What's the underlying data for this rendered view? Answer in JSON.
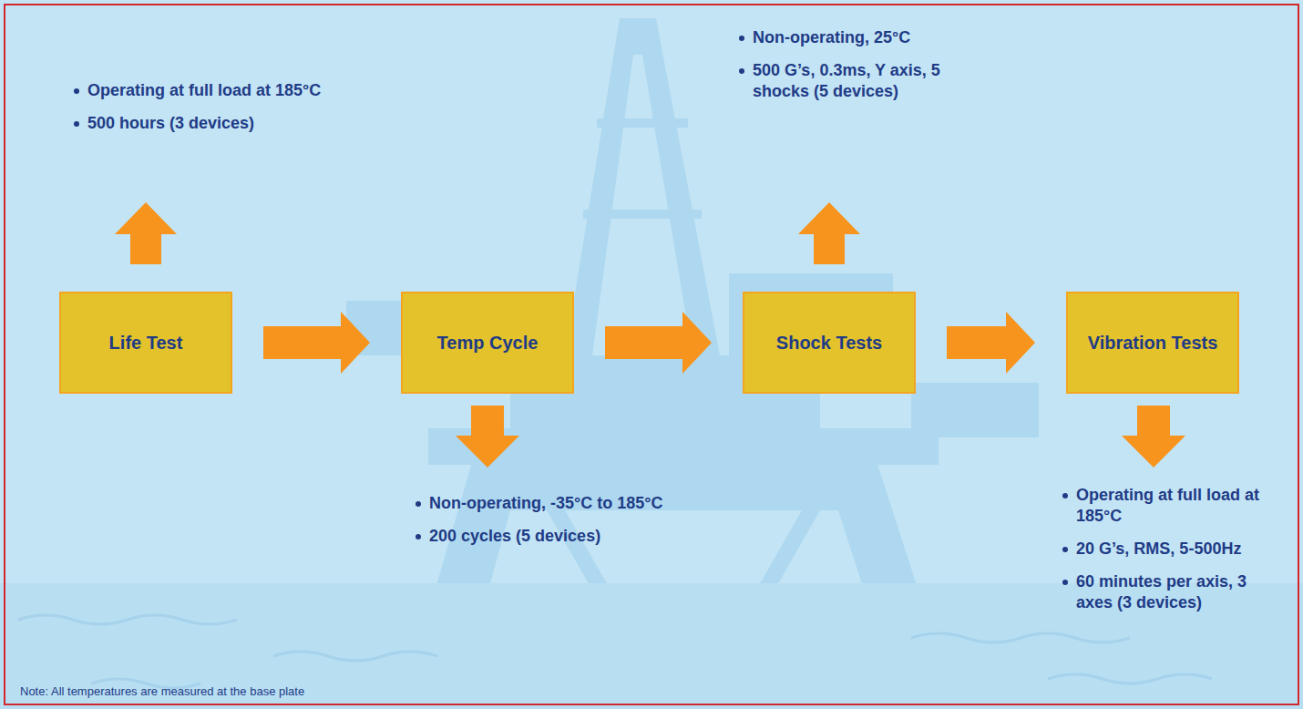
{
  "diagram": {
    "nodes": [
      {
        "text": [
          "Life Test"
        ]
      },
      {
        "text": [
          "Temp Cycle"
        ]
      },
      {
        "text": [
          "Shock Tests"
        ]
      },
      {
        "text": [
          "Vibration Tests"
        ]
      }
    ],
    "edges": [
      {
        "from": 0,
        "to": 1,
        "arrow": "to"
      },
      {
        "from": 1,
        "to": 2,
        "arrow": "to"
      },
      {
        "from": 2,
        "to": 3,
        "arrow": "to"
      }
    ],
    "labels": [
      "Operating at full load at 185°C",
      "500 hours (3 devices)",
      "Non-operating, -35°C to 185°C",
      "200 cycles (5 devices)",
      "Non-operating, 25°C",
      "500 G’s, 0.3ms, Y axis, 5 shocks (5 devices)",
      "Operating at full load at 185°C",
      "20 G’s, RMS, 5-500Hz",
      "60 minutes per axis, 3 axes (3 devices)",
      "Note:  All temperatures are measured at the base plate"
    ]
  }
}
